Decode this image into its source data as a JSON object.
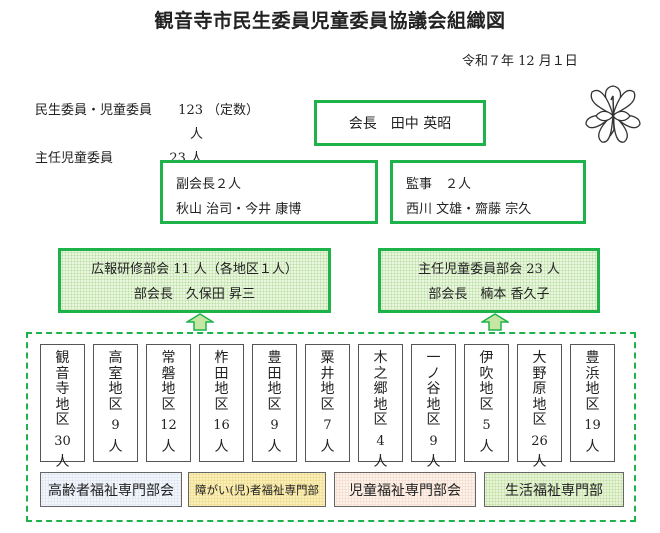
{
  "header": {
    "title": "観音寺市民生委員児童委員協議会組織図",
    "date": "令和７年 12 月１日"
  },
  "stats": [
    {
      "label": "民生委員・児童委員",
      "value": "123 人",
      "note": "（定数）"
    },
    {
      "label": "主任児童委員",
      "value": "23 人",
      "note": ""
    }
  ],
  "chair": {
    "label": "会長　田中 英昭"
  },
  "vice_chair": {
    "line1": "副会長２人",
    "line2": "秋山 治司・今井 康博"
  },
  "auditor": {
    "line1": "監事　２人",
    "line2": "西川 文雄・齋藤 宗久"
  },
  "committees": [
    {
      "line1": "広報研修部会 11 人（各地区１人）",
      "line2": "部会長　久保田 昇三"
    },
    {
      "line1": "主任児童委員部会 23 人",
      "line2": "部会長　楠本 香久子"
    }
  ],
  "regions": [
    {
      "name": [
        "観",
        "音",
        "寺",
        "地",
        "区"
      ],
      "count": "30",
      "unit": "人"
    },
    {
      "name": [
        "高",
        "室",
        "地",
        "区"
      ],
      "count": "9",
      "unit": "人"
    },
    {
      "name": [
        "常",
        "磐",
        "地",
        "区"
      ],
      "count": "12",
      "unit": "人"
    },
    {
      "name": [
        "柞",
        "田",
        "地",
        "区"
      ],
      "count": "16",
      "unit": "人"
    },
    {
      "name": [
        "豊",
        "田",
        "地",
        "区"
      ],
      "count": "9",
      "unit": "人"
    },
    {
      "name": [
        "粟",
        "井",
        "地",
        "区"
      ],
      "count": "7",
      "unit": "人"
    },
    {
      "name": [
        "木",
        "之",
        "郷",
        "地",
        "区"
      ],
      "count": "4",
      "unit": "人"
    },
    {
      "name": [
        "一",
        "ノ",
        "谷",
        "地",
        "区"
      ],
      "count": "9",
      "unit": "人"
    },
    {
      "name": [
        "伊",
        "吹",
        "地",
        "区"
      ],
      "count": "5",
      "unit": "人"
    },
    {
      "name": [
        "大",
        "野",
        "原",
        "地",
        "区"
      ],
      "count": "26",
      "unit": "人"
    },
    {
      "name": [
        "豊",
        "浜",
        "地",
        "区"
      ],
      "count": "19",
      "unit": "人"
    }
  ],
  "sections": [
    {
      "label": "高齢者福祉専門部会",
      "color": "#f2f5fb"
    },
    {
      "label": "障がい(児)者福祉専門部",
      "color": "#fbefb8"
    },
    {
      "label": "児童福祉専門部会",
      "color": "#fdf1ea"
    },
    {
      "label": "生活福祉専門部",
      "color": "#e7f3d6"
    }
  ],
  "colors": {
    "accent_green": "#1db34a"
  },
  "icons": {
    "emblem": "clover-emblem-icon",
    "arrow": "up-arrow-icon"
  }
}
